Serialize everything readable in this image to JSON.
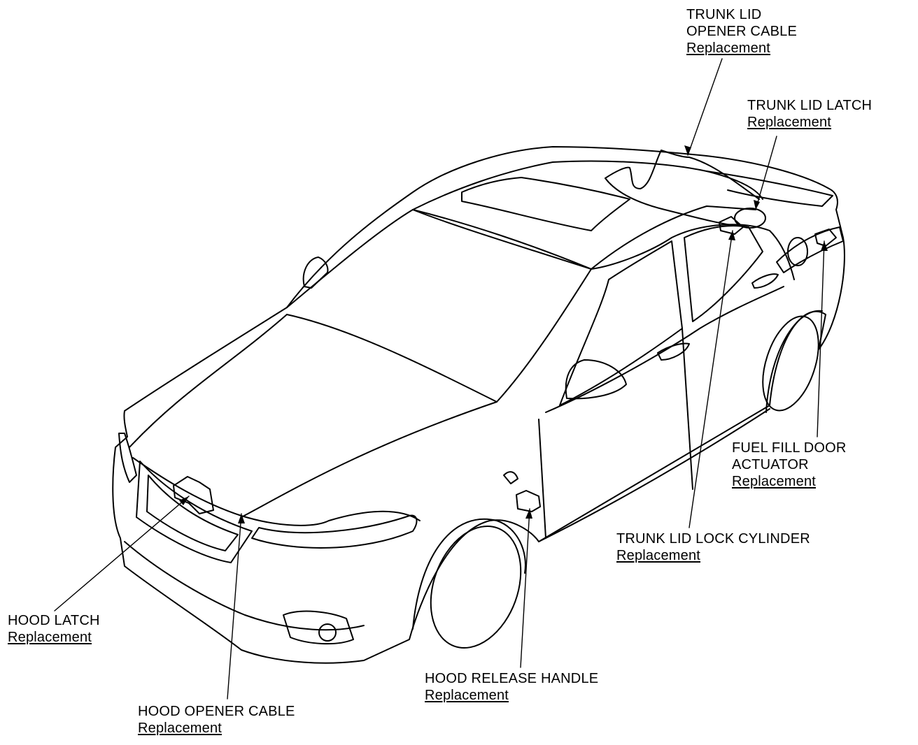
{
  "callouts": {
    "trunk_lid_opener_cable": {
      "title": "TRUNK LID\nOPENER CABLE",
      "link": "Replacement"
    },
    "trunk_lid_latch": {
      "title": "TRUNK LID LATCH",
      "link": "Replacement"
    },
    "fuel_fill_door_actuator": {
      "title": "FUEL FILL DOOR\nACTUATOR",
      "link": "Replacement"
    },
    "trunk_lid_lock_cylinder": {
      "title": "TRUNK LID LOCK CYLINDER",
      "link": "Replacement"
    },
    "hood_latch": {
      "title": "HOOD LATCH",
      "link": "Replacement"
    },
    "hood_release_handle": {
      "title": "HOOD RELEASE HANDLE",
      "link": "Replacement"
    },
    "hood_opener_cable": {
      "title": "HOOD OPENER CABLE",
      "link": "Replacement"
    }
  },
  "colors": {
    "line": "#000000",
    "background": "#ffffff"
  }
}
